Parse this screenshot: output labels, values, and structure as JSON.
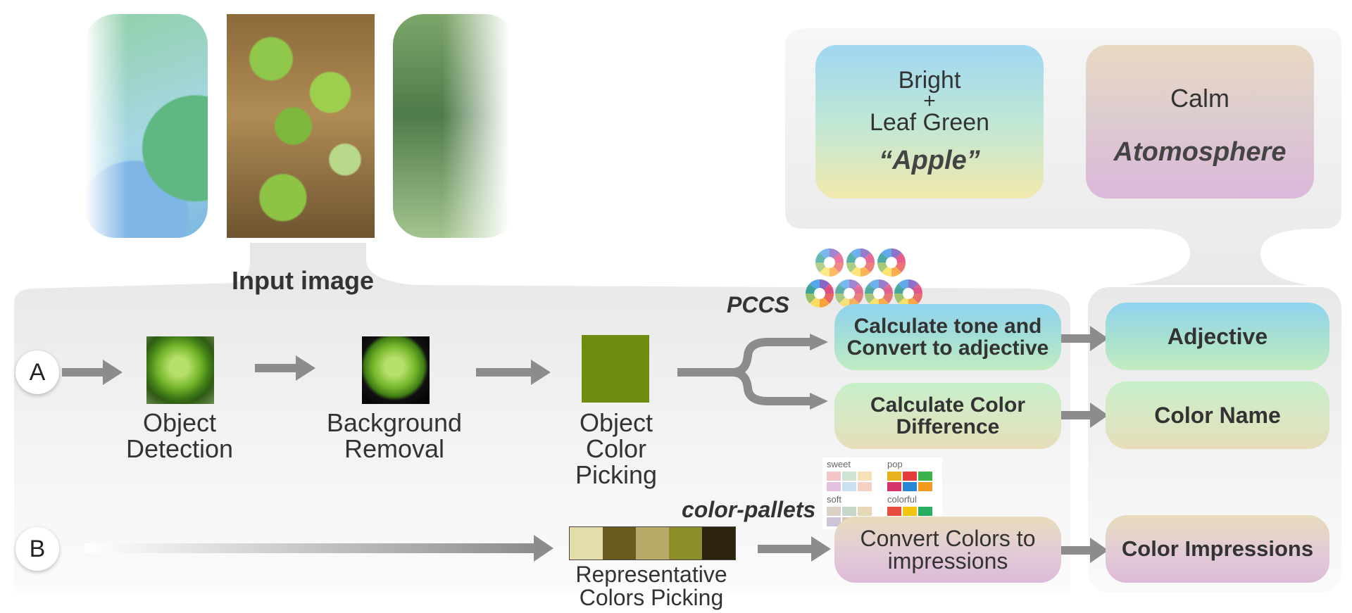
{
  "input_label": "Input image",
  "top_cards": {
    "left": {
      "line1": "Bright",
      "line2": "+",
      "line3": "Leaf Green",
      "quote": "“Apple”"
    },
    "right": {
      "word": "Calm",
      "italic": "Atomosphere"
    }
  },
  "rows": {
    "a_marker": "A",
    "b_marker": "B"
  },
  "steps": {
    "object_detection": [
      "Object",
      "Detection"
    ],
    "background_removal": [
      "Background",
      "Removal"
    ],
    "object_color_picking": [
      "Object",
      "Color",
      "Picking"
    ],
    "representative_colors": [
      "Representative",
      "Colors Picking"
    ]
  },
  "tags": {
    "pccs": "PCCS",
    "color_pallets": "color-pallets"
  },
  "process": {
    "tone": [
      "Calculate tone and",
      "Convert to adjective"
    ],
    "difference": [
      "Calculate Color",
      "Difference"
    ],
    "impressions": [
      "Convert Colors to",
      "impressions"
    ]
  },
  "outputs": {
    "adjective": "Adjective",
    "color_name": "Color Name",
    "color_impressions": "Color Impressions"
  },
  "object_color": "#6e8c10",
  "representative_colors": [
    "#e4dcab",
    "#6b5a1e",
    "#b8ab6a",
    "#8e8f2a",
    "#2c240c"
  ],
  "pallet_thumbs": {
    "sweet": {
      "label": "sweet",
      "colors": [
        "#f3c6c8",
        "#cfe3d5",
        "#f6e0b8",
        "#e2c2de",
        "#c8e0ef",
        "#f5d0c3"
      ]
    },
    "pop": {
      "label": "pop",
      "colors": [
        "#e8b21c",
        "#e53c3c",
        "#3bb34a",
        "#d7336b",
        "#2a86d4",
        "#f39b1f"
      ]
    },
    "soft": {
      "label": "soft",
      "colors": [
        "#d9d1c5",
        "#c7d7c8",
        "#e6d7b5",
        "#cdc4d8",
        "#d9c3b8",
        "#c3cfd9"
      ]
    },
    "colorful": {
      "label": "colorful",
      "colors": [
        "#e84c3d",
        "#f1c40f",
        "#27ae60",
        "#2980b9",
        "#8e44ad",
        "#e67e22"
      ]
    }
  }
}
